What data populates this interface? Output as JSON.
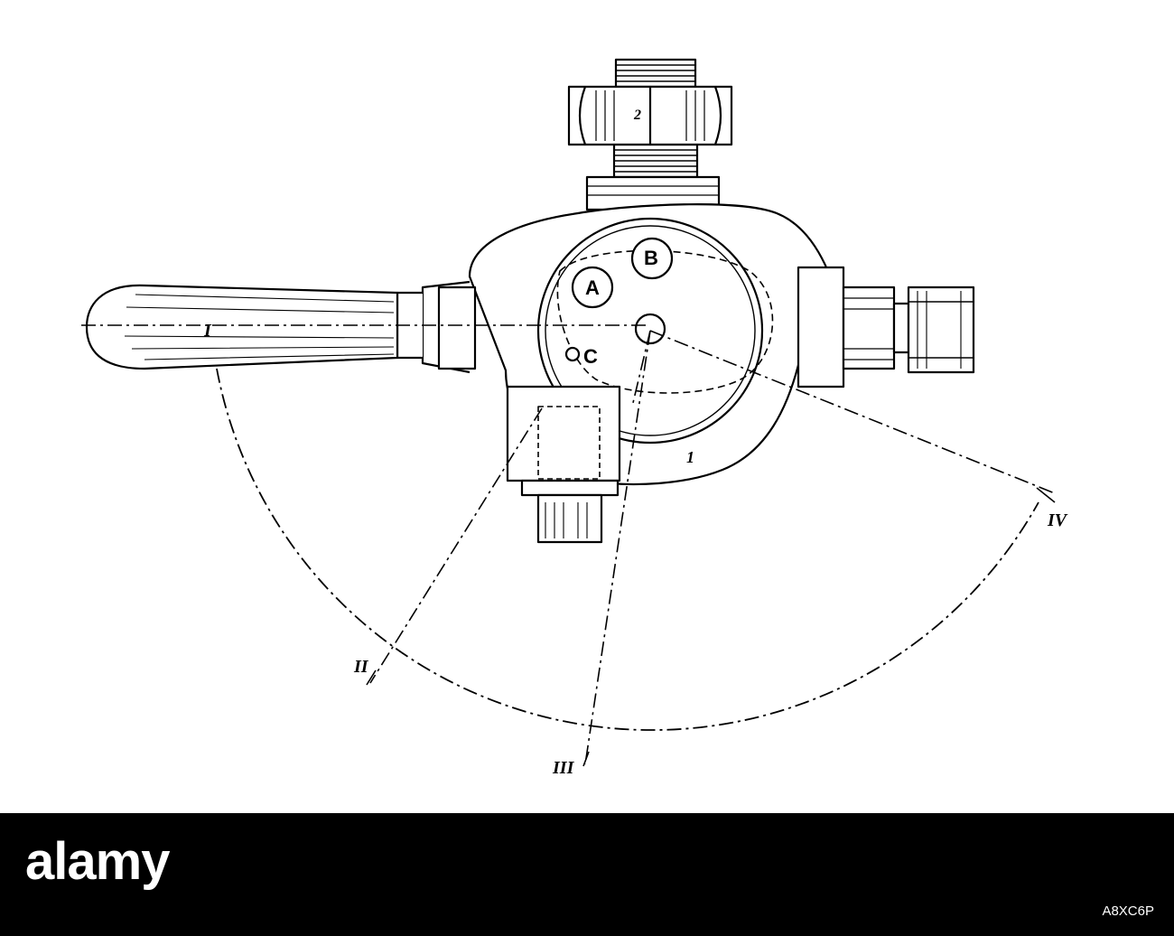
{
  "diagram": {
    "port_labels": [
      "A",
      "B",
      "C"
    ],
    "position_labels": [
      "I",
      "II",
      "III",
      "IV"
    ],
    "part_numbers": [
      "1",
      "2"
    ]
  },
  "footer": {
    "logo_text": "alamy",
    "stock_id": "A8XC6P",
    "background_color": "#000000",
    "text_color": "#ffffff"
  }
}
